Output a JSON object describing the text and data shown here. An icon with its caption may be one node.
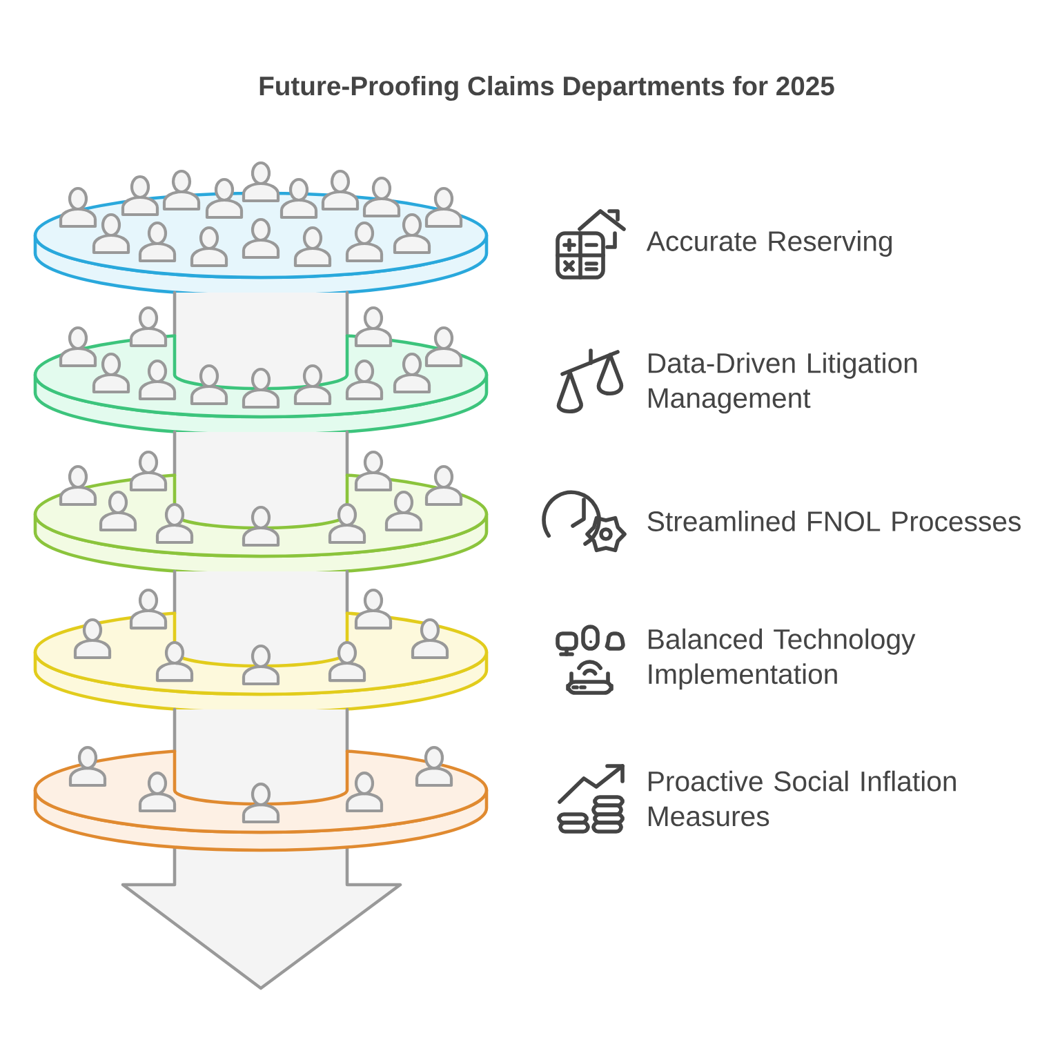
{
  "diagram": {
    "title": "Future-Proofing Claims Departments for 2025",
    "labels": [
      "Accurate Reserving",
      "Data-Driven Litigation Management",
      "Streamlined FNOL Processes",
      "Balanced Technology Implementation",
      "Proactive Social Inflation Measures"
    ]
  }
}
